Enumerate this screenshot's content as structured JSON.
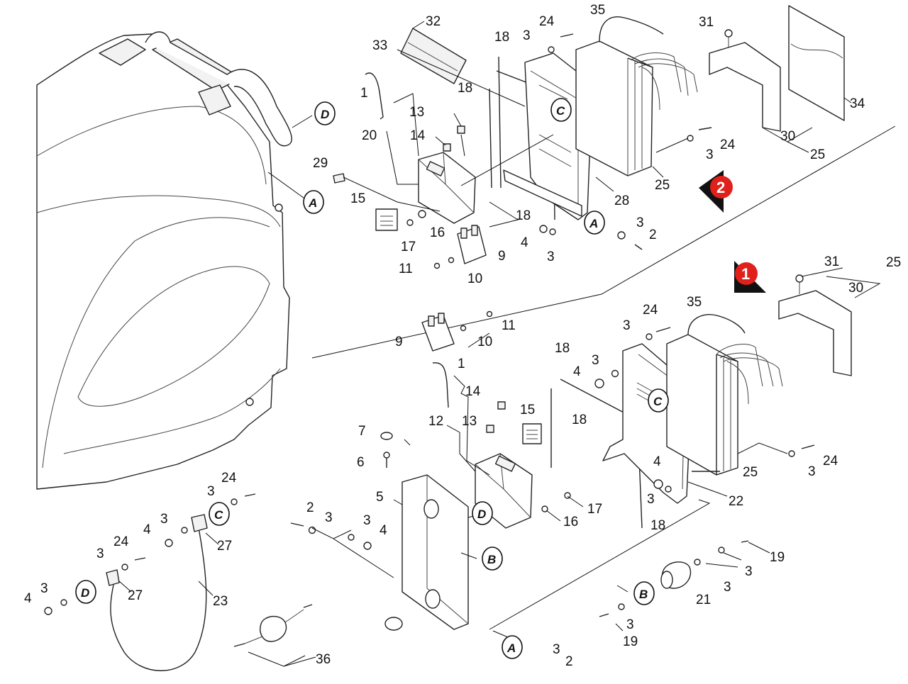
{
  "colors": {
    "badge": "#e0201b",
    "badge_arrow": "#111111",
    "line": "#222222"
  },
  "views": [
    {
      "badge": "1",
      "name": "lower-assembly"
    },
    {
      "badge": "2",
      "name": "upper-assembly"
    }
  ],
  "refs": [
    "A",
    "B",
    "C",
    "D"
  ],
  "labels": {
    "n1": "1",
    "n2": "2",
    "n3": "3",
    "n4": "4",
    "n5": "5",
    "n6": "6",
    "n7": "7",
    "n9": "9",
    "n10": "10",
    "n11": "11",
    "n12": "12",
    "n13": "13",
    "n14": "14",
    "n15": "15",
    "n16": "16",
    "n17": "17",
    "n18": "18",
    "n19": "19",
    "n20": "20",
    "n21": "21",
    "n22": "22",
    "n23": "23",
    "n24": "24",
    "n25": "25",
    "n27": "27",
    "n28": "28",
    "n29": "29",
    "n30": "30",
    "n31": "31",
    "n32": "32",
    "n33": "33",
    "n34": "34",
    "n35": "35",
    "n36": "36"
  }
}
